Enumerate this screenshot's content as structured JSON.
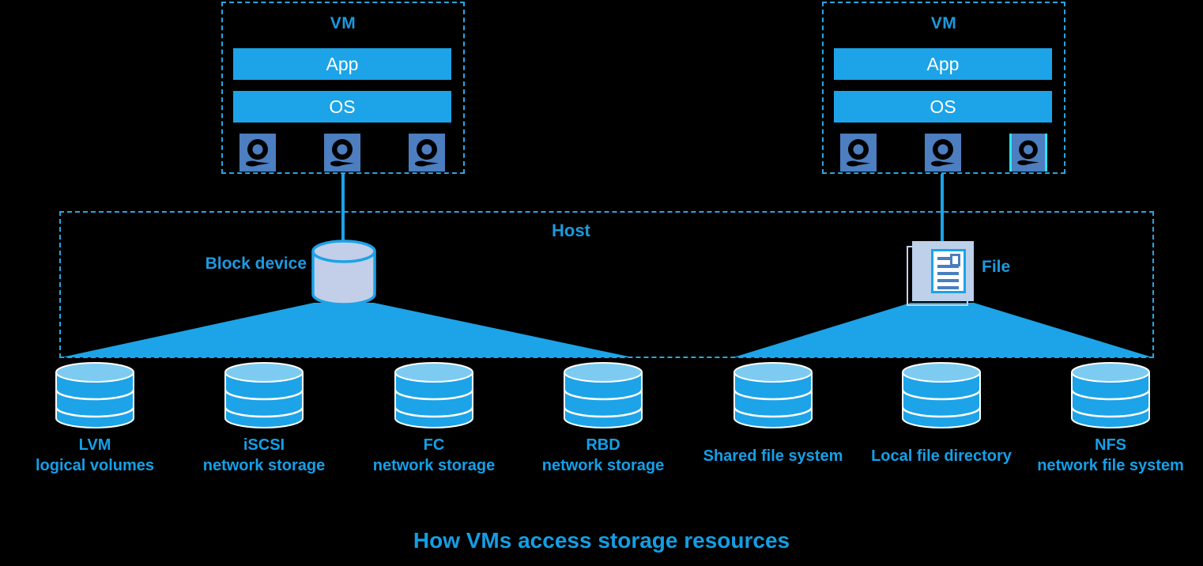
{
  "title": "How VMs access storage resources",
  "vm_left": {
    "label": "VM",
    "app": "App",
    "os": "OS"
  },
  "vm_right": {
    "label": "VM",
    "app": "App",
    "os": "OS"
  },
  "host": {
    "label": "Host",
    "block_device_label": "Block device",
    "file_label": "File"
  },
  "storage": {
    "items": [
      {
        "line1": "LVM",
        "line2": "logical volumes"
      },
      {
        "line1": "iSCSI",
        "line2": "network storage"
      },
      {
        "line1": "FC",
        "line2": "network storage"
      },
      {
        "line1": "RBD",
        "line2": "network storage"
      },
      {
        "line1": "Shared file system",
        "line2": ""
      },
      {
        "line1": "Local file directory",
        "line2": ""
      },
      {
        "line1": "NFS",
        "line2": "network file system"
      }
    ]
  },
  "icons": {
    "disk": "hard-disk-icon",
    "block_device": "block-device-cylinder-icon",
    "file": "file-document-icon",
    "storage_cylinder": "storage-database-icon"
  },
  "colors": {
    "background": "#000000",
    "accent_blue": "#1ca3e8",
    "dashed_border": "#2aa5e2",
    "label_blue": "#1b9ade",
    "storage_label_blue": "#14a0e8",
    "cylinder_top": "#7ecbf1",
    "periwinkle": "#c3cfe8",
    "file_square": "#bed0ea",
    "doc_lines": "#4a7ebf",
    "disk_square": "#4d7ec0",
    "highlight_cyan": "#2ae4f0",
    "text_white": "#ffffff"
  }
}
